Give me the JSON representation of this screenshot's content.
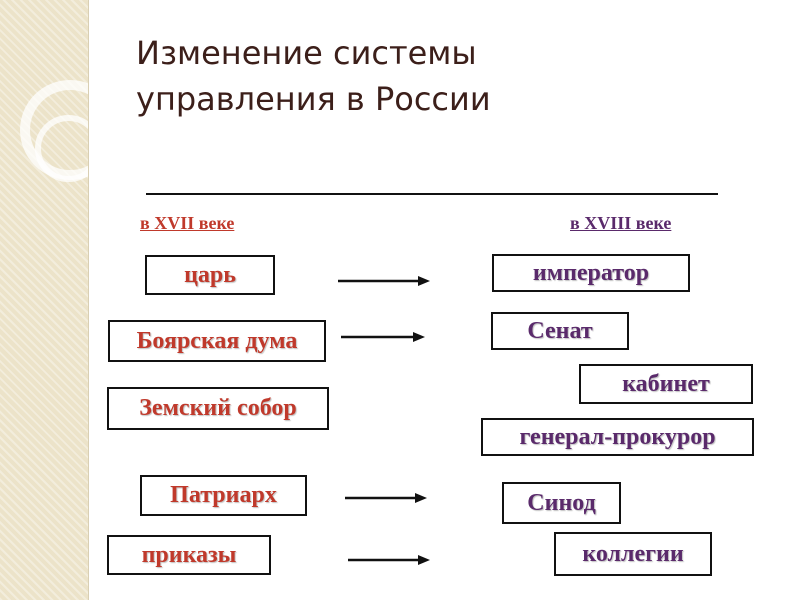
{
  "slide": {
    "title_line1": "Изменение системы",
    "title_line2": "управления в России"
  },
  "columns": {
    "left_header": "в XVII веке",
    "right_header": "в XVIII веке"
  },
  "left_items": [
    "царь",
    "Боярская дума",
    "Земский собор",
    "Патриарх",
    "приказы"
  ],
  "right_items": [
    "император",
    "Сенат",
    "кабинет",
    "генерал-прокурор",
    "Синод",
    "коллегии"
  ],
  "colors": {
    "title": "#3c1f1a",
    "left_text": "#c0392b",
    "right_text": "#5a2a6b",
    "background_strip": "#ece3c9"
  }
}
